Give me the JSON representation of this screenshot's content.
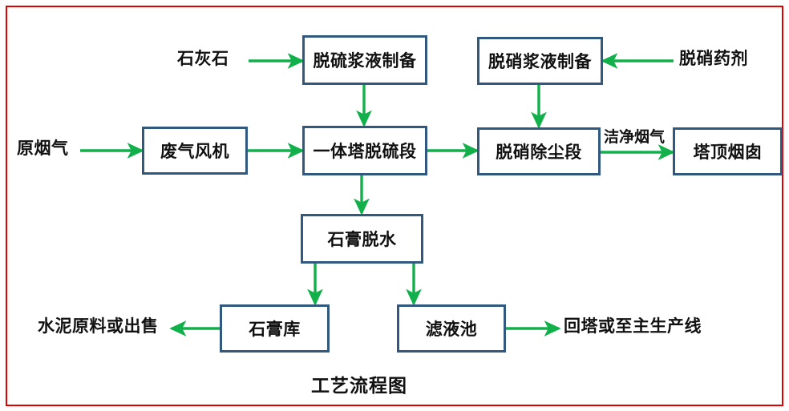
{
  "diagram": {
    "title": "工艺流程图",
    "frame_color": "#e00000",
    "node_border_color": "#31597f",
    "arrow_color": "#11b04a",
    "text_color": "#111111",
    "nodes": [
      {
        "id": "desulf-slurry-prep",
        "label": "脱硫浆液制备"
      },
      {
        "id": "denitr-slurry-prep",
        "label": "脱硝浆液制备"
      },
      {
        "id": "waste-gas-fan",
        "label": "废气风机"
      },
      {
        "id": "integrated-tower-desulf",
        "label": "一体塔脱硫段"
      },
      {
        "id": "denitr-dedust",
        "label": "脱硝除尘段"
      },
      {
        "id": "tower-top-stack",
        "label": "塔顶烟囱"
      },
      {
        "id": "gypsum-dewater",
        "label": "石膏脱水"
      },
      {
        "id": "gypsum-store",
        "label": "石膏库"
      },
      {
        "id": "filtrate-pond",
        "label": "滤液池"
      }
    ],
    "free_labels": [
      {
        "id": "limestone",
        "label": "石灰石"
      },
      {
        "id": "raw-flue-gas",
        "label": "原烟气"
      },
      {
        "id": "denitr-agent",
        "label": "脱硝药剂"
      },
      {
        "id": "cement-material-or-sale",
        "label": "水泥原料或出售"
      },
      {
        "id": "back-to-tower-or-main-line",
        "label": "回塔或至主生产线"
      }
    ],
    "edge_labels": [
      {
        "id": "clean-flue-gas",
        "label": "洁净烟气"
      }
    ]
  }
}
